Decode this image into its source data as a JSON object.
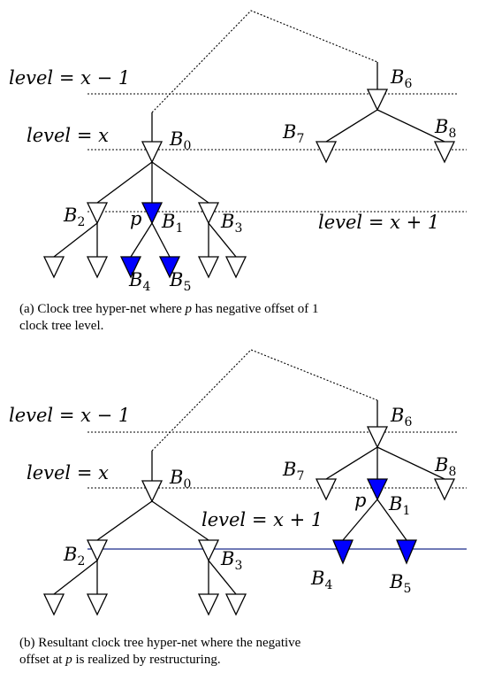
{
  "panel_a": {
    "level_labels": {
      "minus_one": "level = x − 1",
      "current": "level = x",
      "plus_one": "level = x + 1"
    },
    "buffers": {
      "b0": "0",
      "b1": "1",
      "b2": "2",
      "b3": "3",
      "b4": "4",
      "b5": "5",
      "b6": "6",
      "b7": "7",
      "b8": "8"
    },
    "pin_label": "p",
    "caption": {
      "line1_pre": "(a) Clock tree hyper-net where ",
      "line1_var": "p",
      "line1_post": " has negative offset of 1",
      "line2": "clock tree level."
    }
  },
  "panel_b": {
    "level_labels": {
      "minus_one": "level = x − 1",
      "current": "level = x",
      "plus_one": "level = x + 1"
    },
    "buffers": {
      "b0": "0",
      "b1": "1",
      "b2": "2",
      "b3": "3",
      "b4": "4",
      "b5": "5",
      "b6": "6",
      "b7": "7",
      "b8": "8"
    },
    "pin_label": "p",
    "caption": {
      "line1": "(b) Resultant clock tree hyper-net where the negative",
      "line2_pre": "offset at ",
      "line2_var": "p",
      "line2_post": " is realized by restructuring."
    }
  },
  "buffer_letter": "B",
  "colors": {
    "highlight": "#0000ff",
    "level_line": "#1a2a8a"
  }
}
